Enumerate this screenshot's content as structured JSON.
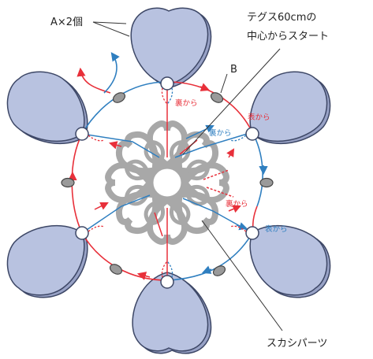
{
  "labels": {
    "part_a": "A×2個",
    "part_b": "B",
    "start_line1": "テグス60cmの",
    "start_line2": "中心からスタート",
    "openwork": "スカシパーツ"
  },
  "path_labels": {
    "back_1": "裏から",
    "front_1": "表から",
    "back_2": "裏から",
    "back_3": "裏から",
    "front_2": "表から"
  },
  "colors": {
    "red_thread": "#e8303a",
    "blue_thread": "#2f7fc0",
    "petal_fill": "#b8c2e0",
    "petal_edge": "#3d4766",
    "openwork_fill": "#a8a8a8",
    "bead_fill": "#9a9a9a"
  }
}
